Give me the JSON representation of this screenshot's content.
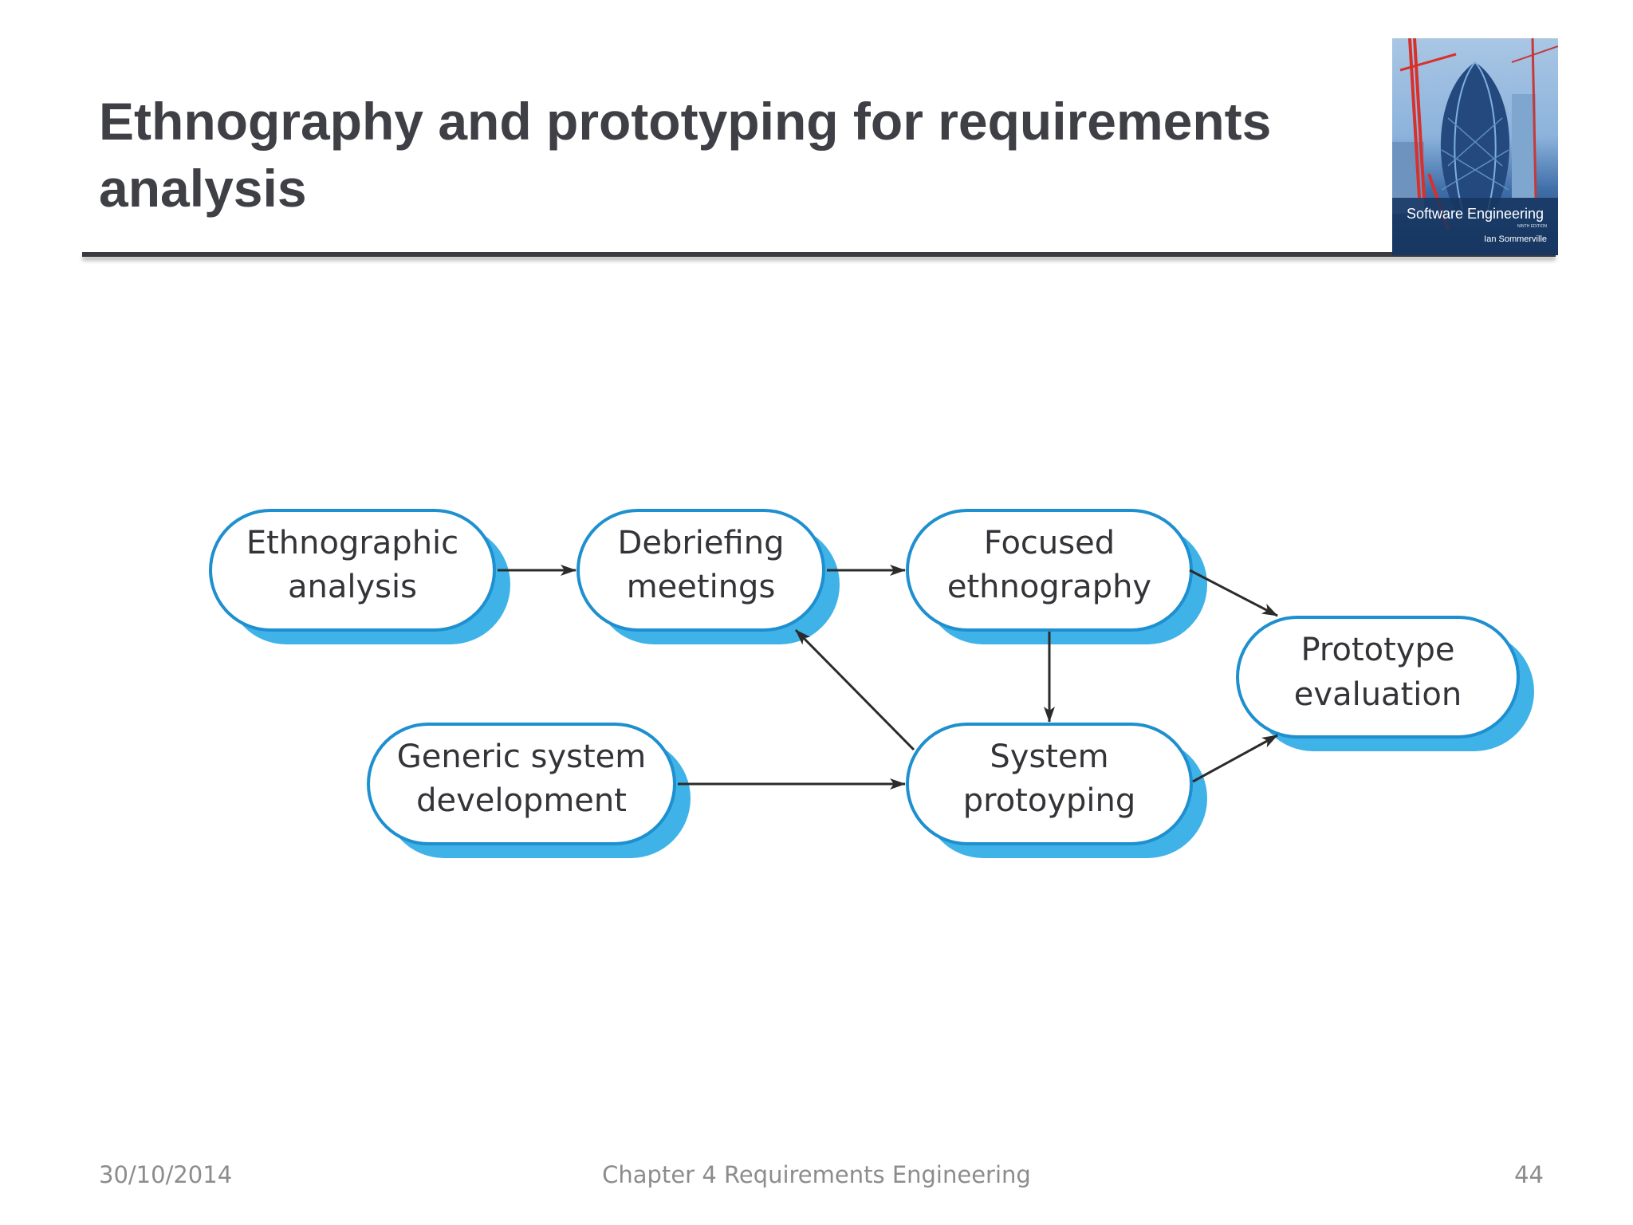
{
  "slide": {
    "title": "Ethnography and prototyping for requirements analysis"
  },
  "cover": {
    "title": "Software Engineering",
    "edition": "NINTH EDITION",
    "author": "Ian Sommerville",
    "colors": {
      "sky": "#a9c6e4",
      "building": "#1d3f72",
      "crane": "#d8312b"
    }
  },
  "diagram": {
    "colors": {
      "border": "#1e8fcf",
      "shadow": "#3fb2e8",
      "arrow": "#2b2b2b"
    },
    "nodes": {
      "ethnographic_analysis": {
        "line1": "Ethnographic",
        "line2": "analysis"
      },
      "debriefing_meetings": {
        "line1": "Debriefing",
        "line2": "meetings"
      },
      "focused_ethnography": {
        "line1": "Focused",
        "line2": "ethnography"
      },
      "prototype_evaluation": {
        "line1": "Prototype",
        "line2": "evaluation"
      },
      "generic_system_development": {
        "line1": "Generic system",
        "line2": "development"
      },
      "system_protoyping": {
        "line1": "System",
        "line2": "protoyping"
      }
    },
    "edges": [
      {
        "from": "ethnographic_analysis",
        "to": "debriefing_meetings"
      },
      {
        "from": "debriefing_meetings",
        "to": "focused_ethnography"
      },
      {
        "from": "focused_ethnography",
        "to": "prototype_evaluation"
      },
      {
        "from": "focused_ethnography",
        "to": "system_protoyping"
      },
      {
        "from": "system_protoyping",
        "to": "debriefing_meetings"
      },
      {
        "from": "generic_system_development",
        "to": "system_protoyping"
      },
      {
        "from": "system_protoyping",
        "to": "prototype_evaluation"
      }
    ]
  },
  "footer": {
    "date": "30/10/2014",
    "chapter": "Chapter 4 Requirements Engineering",
    "page": "44"
  }
}
